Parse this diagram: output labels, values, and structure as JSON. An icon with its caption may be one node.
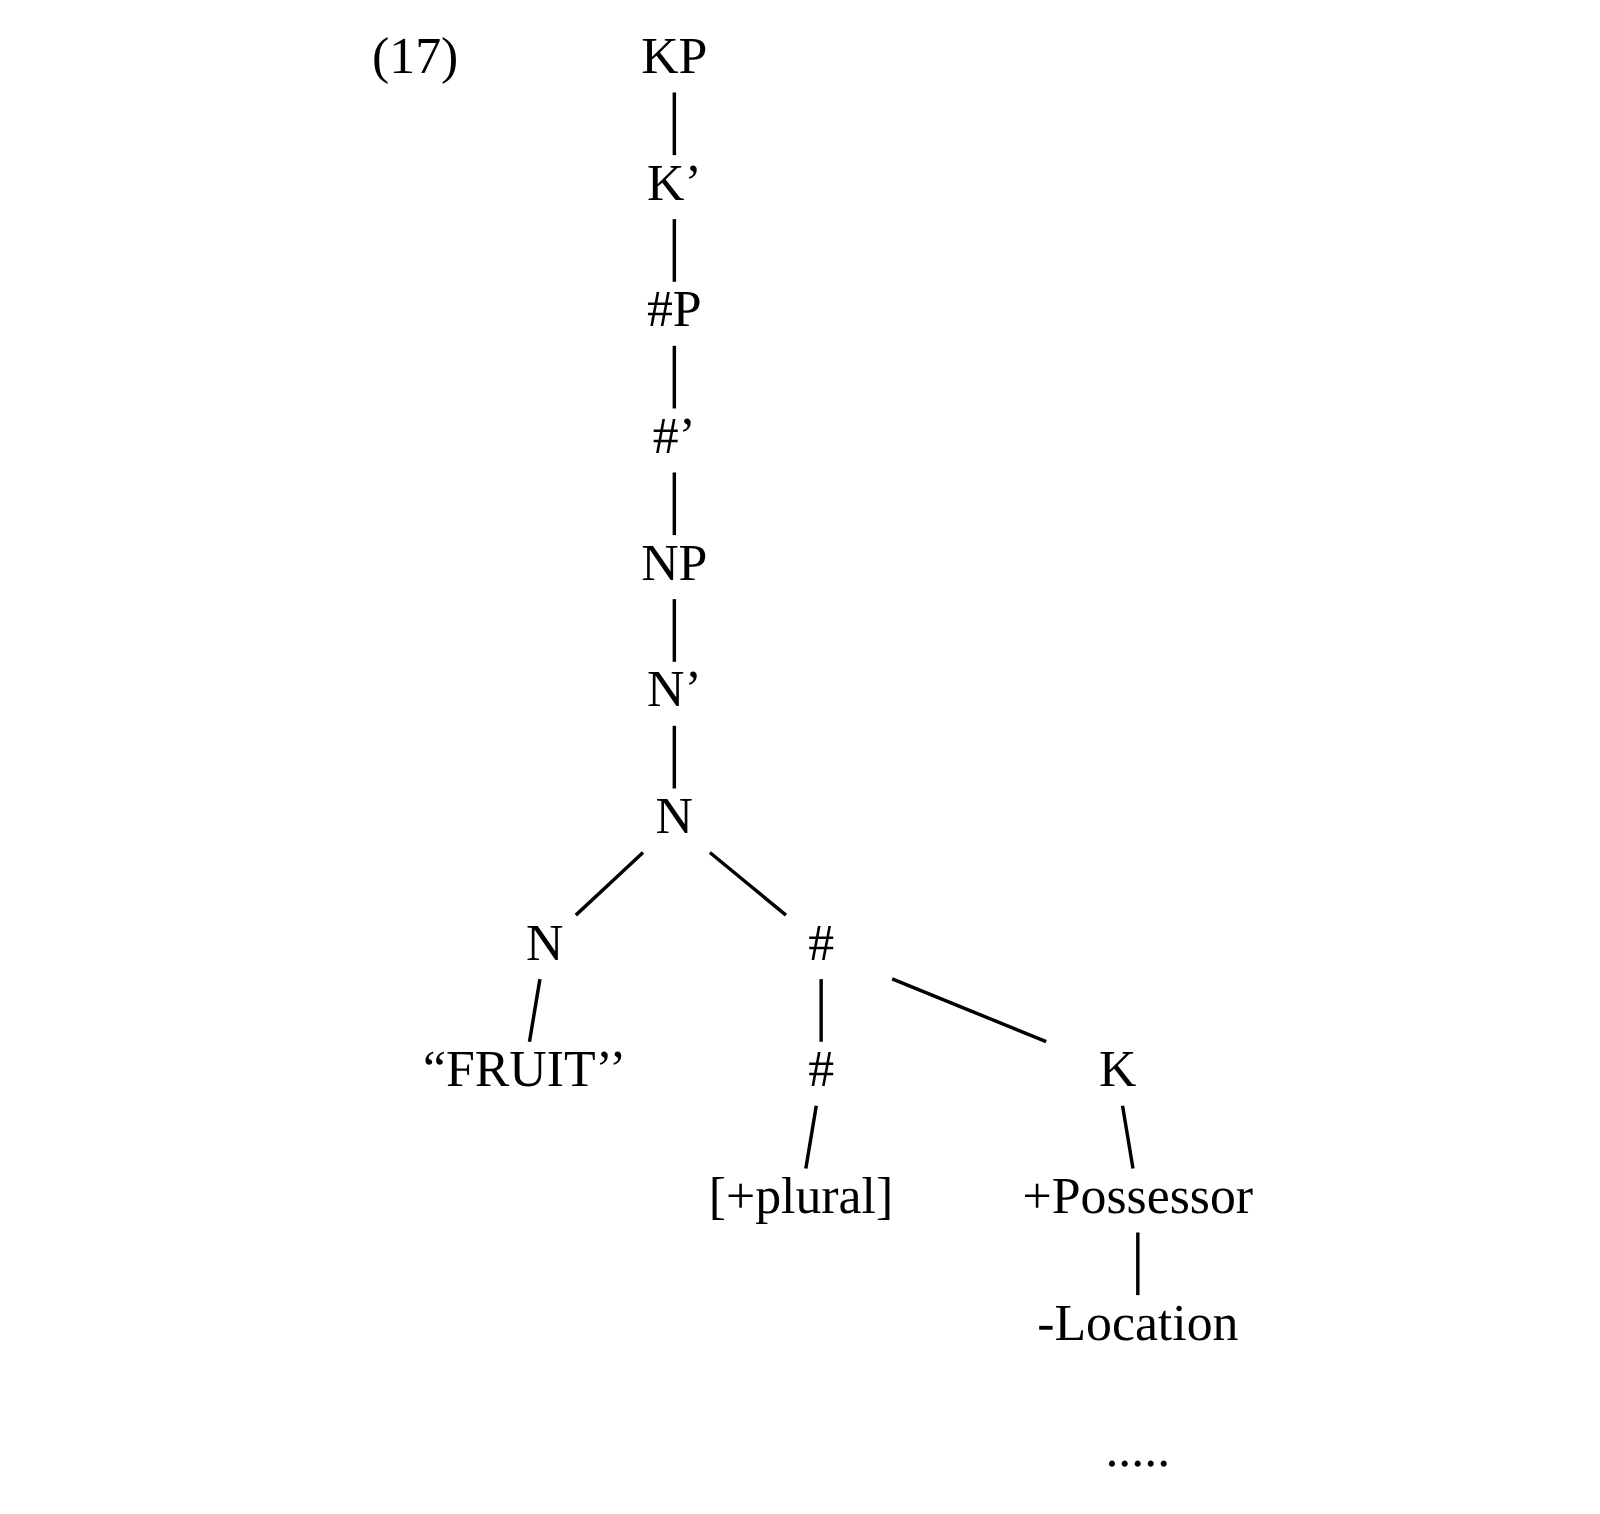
{
  "diagram": {
    "nodes": [
      {
        "text": [
          "KP"
        ]
      },
      {
        "text": [
          "K’"
        ]
      },
      {
        "text": [
          "#P"
        ]
      },
      {
        "text": [
          "#’"
        ]
      },
      {
        "text": [
          "NP"
        ]
      },
      {
        "text": [
          "N’"
        ]
      },
      {
        "text": [
          "N"
        ]
      },
      {
        "text": [
          "N"
        ]
      },
      {
        "text": [
          "#"
        ]
      },
      {
        "text": [
          "#"
        ]
      },
      {
        "text": [
          "K"
        ]
      },
      {
        "text": [
          "“FRUIT’’"
        ]
      },
      {
        "text": [
          "[+plural]"
        ]
      },
      {
        "text": [
          "+Possessor"
        ]
      },
      {
        "text": [
          "-Location"
        ]
      }
    ],
    "edges": [
      {
        "from": 0,
        "to": 1,
        "arrow": "none"
      },
      {
        "from": 1,
        "to": 2,
        "arrow": "none"
      },
      {
        "from": 2,
        "to": 3,
        "arrow": "none"
      },
      {
        "from": 3,
        "to": 4,
        "arrow": "none"
      },
      {
        "from": 4,
        "to": 5,
        "arrow": "none"
      },
      {
        "from": 5,
        "to": 6,
        "arrow": "none"
      },
      {
        "from": 6,
        "to": 7,
        "arrow": "none"
      },
      {
        "from": 6,
        "to": 8,
        "arrow": "none"
      },
      {
        "from": 8,
        "to": 9,
        "arrow": "none"
      },
      {
        "from": 8,
        "to": 10,
        "arrow": "none"
      },
      {
        "from": 7,
        "to": 11,
        "arrow": "none"
      },
      {
        "from": 9,
        "to": 12,
        "arrow": "none"
      },
      {
        "from": 10,
        "to": 13,
        "arrow": "none"
      },
      {
        "from": 13,
        "to": 14,
        "arrow": "none"
      }
    ],
    "labels": [
      "(17)",
      "....."
    ]
  }
}
